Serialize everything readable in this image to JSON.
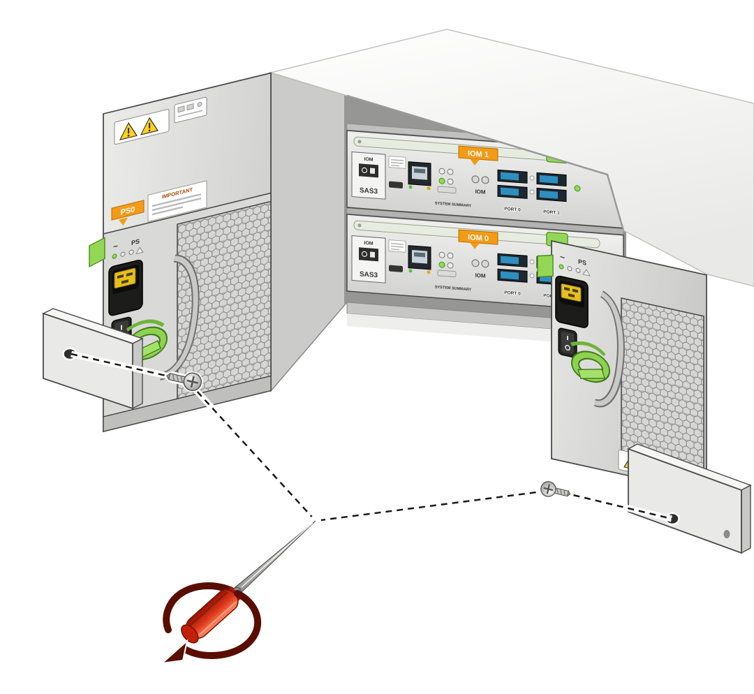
{
  "figure": {
    "description": "Rear isometric view of a disk shelf being secured to rack brackets: two power supplies, two IOM modules, dashed alignment lines, two mounting screws and a screwdriver with rotation arrow"
  },
  "tags": {
    "ps0": "PS0",
    "important": "IMPORTANT",
    "iom1": "IOM 1",
    "iom0": "IOM 0"
  },
  "psu_left": {
    "ac": "~",
    "ps": "PS"
  },
  "psu_right": {
    "ac": "~",
    "ps": "PS"
  },
  "modules": [
    {
      "name": "IOM 1",
      "block_label": "IOM",
      "sas_label": "SAS3",
      "summary_label": "SYSTEM SUMMARY",
      "center_label": "IOM",
      "port0_label": "PORT 0",
      "port1_label": "PORT 1"
    },
    {
      "name": "IOM 0",
      "block_label": "IOM",
      "sas_label": "SAS3",
      "summary_label": "SYSTEM SUMMARY",
      "center_label": "IOM",
      "port0_label": "PORT 0",
      "port1_label": "PORT 1"
    }
  ],
  "colors": {
    "accent_orange": "#F49A15",
    "latch_green": "#8FD24F",
    "screwdriver_red": "#D63218",
    "warning_yellow": "#FFD21E",
    "sas_port_blue": "#2E8FBE",
    "chassis_gray": "#D8D8D6"
  }
}
